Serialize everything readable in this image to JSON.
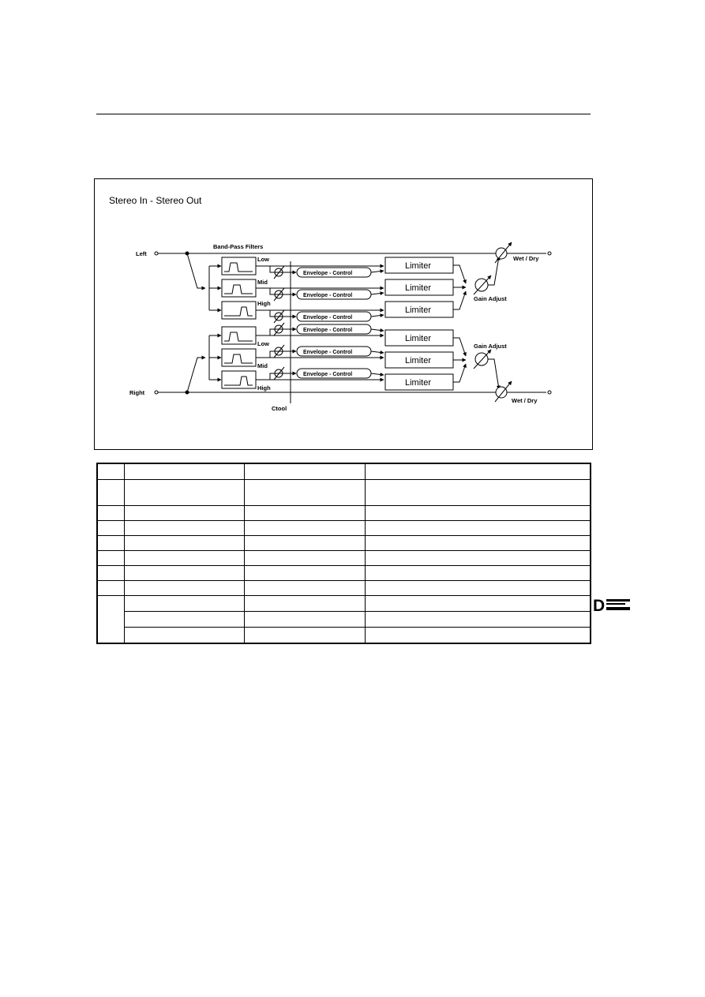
{
  "diagram": {
    "title": "Stereo  In - Stereo Out",
    "labels": {
      "left": "Left",
      "right": "Right",
      "band_pass_filters": "Band-Pass Filters",
      "low": "Low",
      "mid": "Mid",
      "high": "High",
      "envelope_control": "Envelope - Control",
      "limiter": "Limiter",
      "gain_adjust": "Gain Adjust",
      "wet_dry": "Wet / Dry",
      "clock": "Ctool"
    }
  },
  "table": {
    "rows": [
      {
        "cells": [
          "",
          "",
          "",
          ""
        ]
      },
      {
        "cells": [
          "",
          "",
          "",
          ""
        ]
      },
      {
        "cells": [
          "",
          "",
          "",
          ""
        ]
      },
      {
        "cells": [
          "",
          "",
          "",
          ""
        ]
      },
      {
        "cells": [
          "",
          "",
          "",
          ""
        ]
      },
      {
        "cells": [
          "",
          "",
          "",
          ""
        ]
      },
      {
        "cells": [
          "",
          "",
          "",
          ""
        ]
      },
      {
        "cells": [
          "",
          "",
          "",
          ""
        ]
      },
      {
        "cells": [
          "",
          "",
          "",
          ""
        ]
      },
      {
        "cells": [
          "",
          "",
          ""
        ]
      },
      {
        "cells": [
          "",
          "",
          ""
        ]
      }
    ]
  },
  "logo": {
    "text": "D"
  }
}
